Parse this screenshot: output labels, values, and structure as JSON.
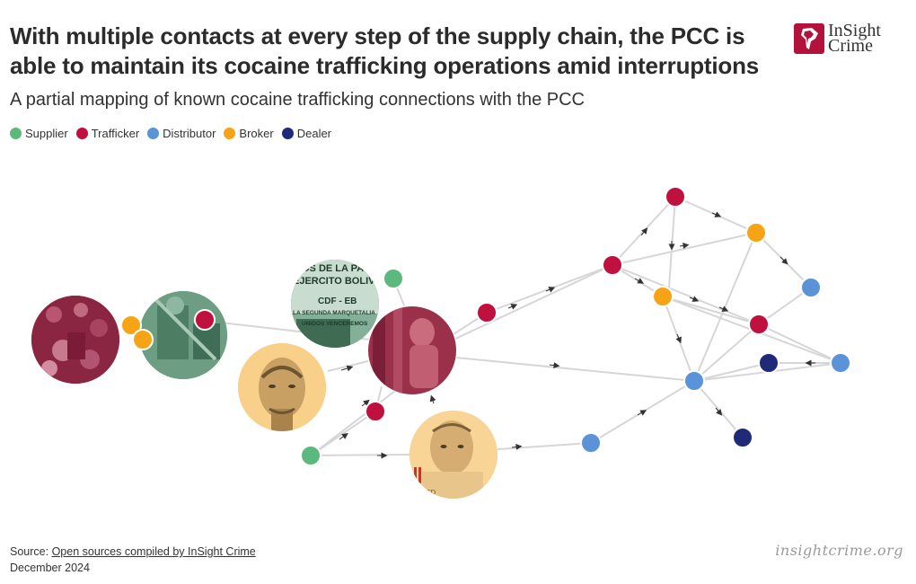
{
  "header": {
    "title": "With multiple contacts at every step of the supply chain, the PCC is able to maintain its cocaine trafficking operations amid interruptions",
    "subtitle": "A partial mapping of known cocaine trafficking connections with the PCC"
  },
  "logo": {
    "line1": "InSight",
    "line2": "Crime"
  },
  "legend": [
    {
      "label": "Supplier",
      "color": "#5bb97e"
    },
    {
      "label": "Trafficker",
      "color": "#c0103d"
    },
    {
      "label": "Distributor",
      "color": "#5b93d8"
    },
    {
      "label": "Broker",
      "color": "#f6a416"
    },
    {
      "label": "Dealer",
      "color": "#1f2a78"
    }
  ],
  "photo_texts": {
    "sign_line1": "OS DE LA PA",
    "sign_line2": "EJERCITO BOLIVA",
    "sign_line3": "CDF - EB",
    "sign_line4": "LA SEGUNDA MARQUETALIA",
    "sign_line5": "UNIDOS VENCEREMOS",
    "badge": "ED"
  },
  "footer": {
    "source_prefix": "Source: ",
    "source_link": "Open sources compiled by InSight Crime",
    "date": "December 2024",
    "site": "insightcrime.org"
  }
}
